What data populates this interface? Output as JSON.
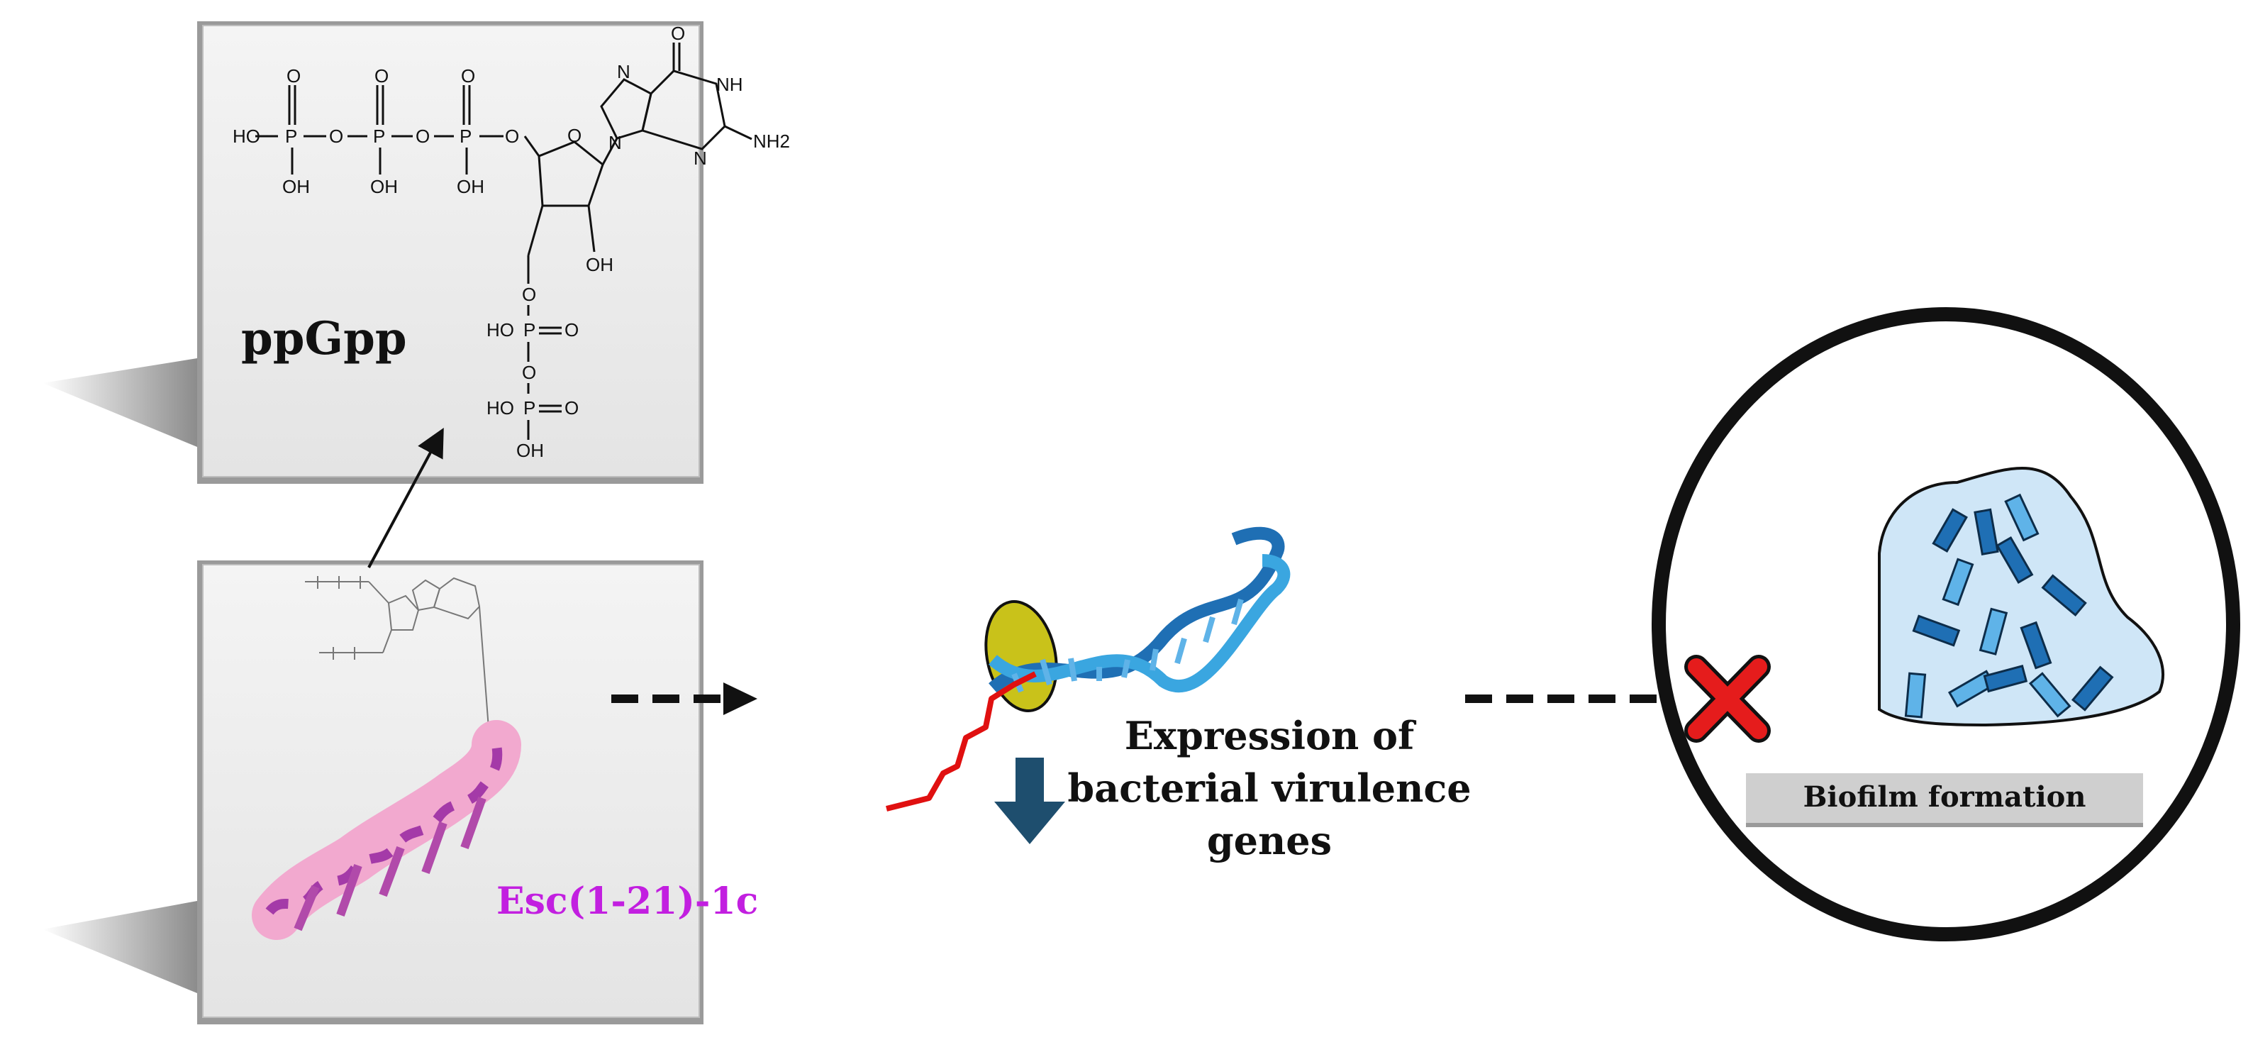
{
  "labels": {
    "ppgpp": "ppGpp",
    "esc": "Esc(1-21)-1c",
    "expression": "Expression of bacterial virulence genes",
    "biofilm": "Biofilm formation"
  },
  "chem_atoms": {
    "ho": "HO",
    "oh": "OH",
    "p": "P",
    "o": "O",
    "n": "N",
    "nh": "NH",
    "nh2": "NH2"
  },
  "colors": {
    "esc_label": "#c21fe0",
    "helix_pink": "#f2a9cf",
    "helix_purple": "#a43aa8",
    "dna_blue": "#3aa6e0",
    "ribosome": "#c9c21a",
    "mrna": "#e01010",
    "down_arrow": "#1e4e6e",
    "inhibit_x": "#e51c1c",
    "biofilm_matrix": "#cfe6f7",
    "cell_dark": "#1f6fb4",
    "cell_light": "#5fb3e8"
  }
}
